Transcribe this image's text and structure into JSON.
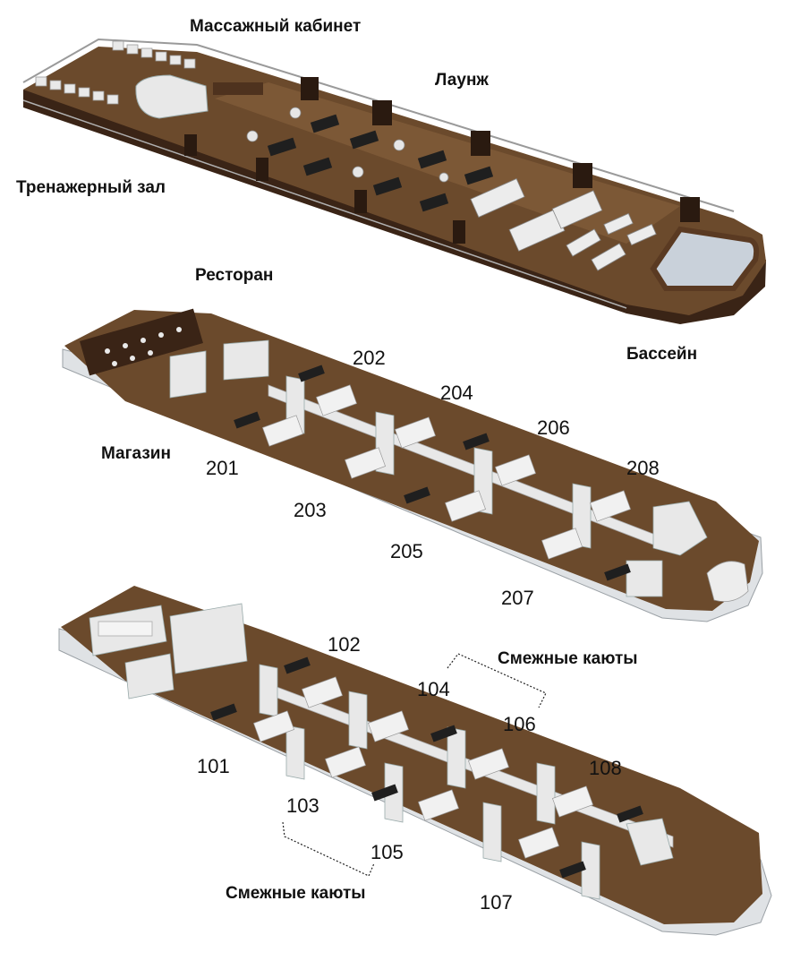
{
  "title": "",
  "colors": {
    "hull_dark": "#3a2416",
    "hull_mid": "#4e321e",
    "deck_wood": "#6b4a2c",
    "deck_wood_light": "#8a6440",
    "wall_white": "#e8e8e8",
    "wall_shade": "#bfc3c6",
    "hull_white": "#dfe2e5",
    "pool_water": "#c9d1da",
    "sofa": "#1f1f1f",
    "text": "#111111"
  },
  "decks": {
    "sun_deck": {
      "labels": {
        "massage": "Массажный кабинет",
        "lounge": "Лаунж",
        "gym": "Тренажерный зал",
        "restaurant": "Ресторан",
        "pool": "Бассейн"
      }
    },
    "upper_deck": {
      "labels": {
        "shop": "Магазин"
      },
      "cabins_top": [
        "202",
        "204",
        "206",
        "208"
      ],
      "cabins_bottom": [
        "201",
        "203",
        "205",
        "207"
      ]
    },
    "main_deck": {
      "labels": {
        "adjoining_top": "Смежные каюты",
        "adjoining_bottom": "Смежные каюты"
      },
      "cabins_top": [
        "102",
        "104",
        "106",
        "108"
      ],
      "cabins_bottom": [
        "101",
        "103",
        "105",
        "107"
      ]
    }
  }
}
